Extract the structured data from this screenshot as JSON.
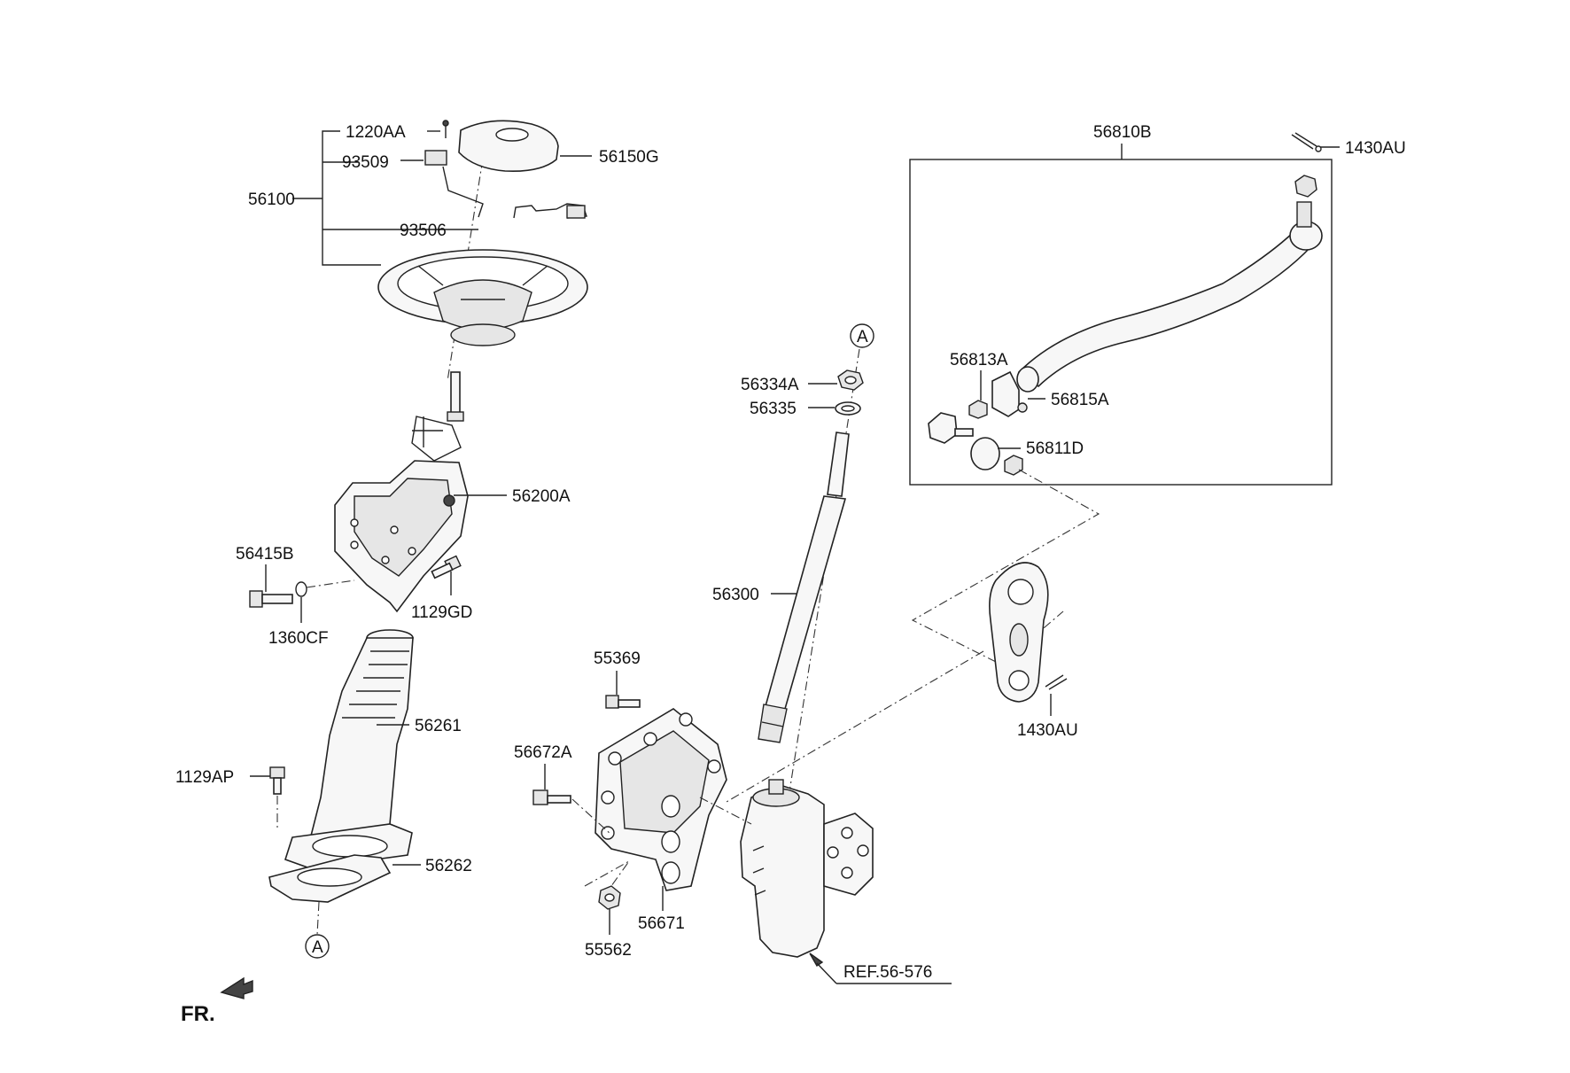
{
  "labels": {
    "p1220AA": "1220AA",
    "p93509": "93509",
    "p56150G": "56150G",
    "p56100": "56100",
    "p93506": "93506",
    "p56200A": "56200A",
    "p56415B": "56415B",
    "p1129GD": "1129GD",
    "p1360CF": "1360CF",
    "p56261": "56261",
    "p1129AP": "1129AP",
    "p56262": "56262",
    "p55369": "55369",
    "p56672A": "56672A",
    "p56671": "56671",
    "p55562": "55562",
    "p56334A": "56334A",
    "p56335": "56335",
    "p56300": "56300",
    "p56810B": "56810B",
    "p1430AU_top": "1430AU",
    "p56813A": "56813A",
    "p56815A": "56815A",
    "p56811D": "56811D",
    "p1430AU_bottom": "1430AU",
    "ref": "REF.56-576",
    "conn_a_left": "A",
    "conn_a_right": "A",
    "fr": "FR."
  }
}
